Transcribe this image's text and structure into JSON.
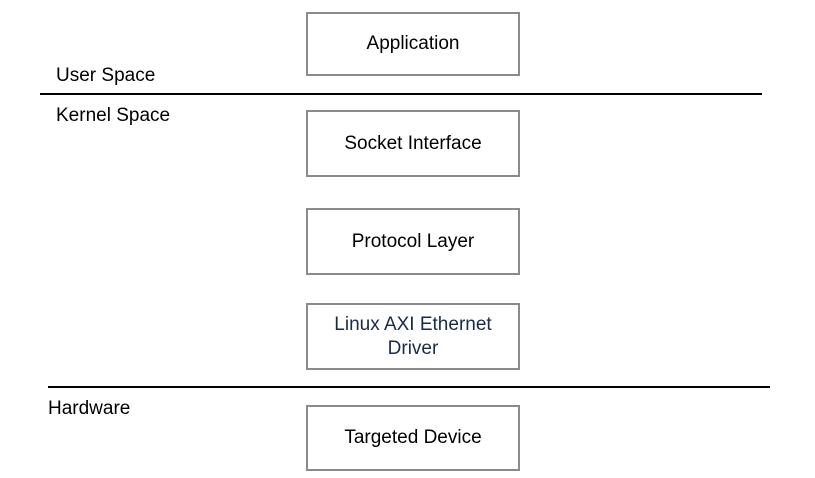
{
  "regions": {
    "user_space": "User Space",
    "kernel_space": "Kernel Space",
    "hardware": "Hardware"
  },
  "layers": {
    "application": "Application",
    "socket_interface": "Socket Interface",
    "protocol_layer": "Protocol Layer",
    "driver_line1": "Linux AXI Ethernet",
    "driver_line2": "Driver",
    "targeted_device": "Targeted Device"
  },
  "colors": {
    "box_border": "#8a8a8f",
    "divider": "#000000",
    "driver_text": "#1a2b45"
  }
}
